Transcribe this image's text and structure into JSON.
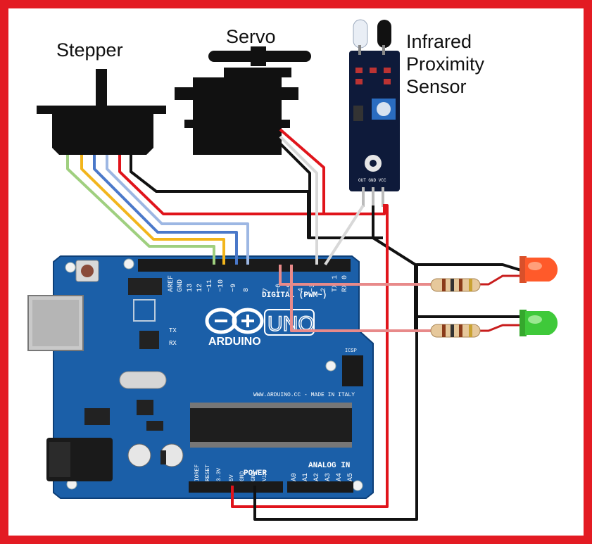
{
  "labels": {
    "stepper": "Stepper",
    "servo": "Servo",
    "ir_line1": "Infrared",
    "ir_line2": "Proximity",
    "ir_line3": "Sensor"
  },
  "board": {
    "brand": "ARDUINO",
    "model": "UNO",
    "digital": "DIGITAL (PWM~)",
    "power": "POWER",
    "analog": "ANALOG IN",
    "website": "WWW.ARDUINO.CC - MADE IN ITALY",
    "aref": "AREF",
    "gnd": "GND",
    "digital_pins": [
      "13",
      "12",
      "~11",
      "~10",
      "~9",
      "8",
      "7",
      "~6",
      "~5",
      "4",
      "~3",
      "2",
      "TX 1",
      "RX 0"
    ],
    "analog_pins": [
      "A0",
      "A1",
      "A2",
      "A3",
      "A4",
      "A5"
    ],
    "power_pins": [
      "IOREF",
      "RESET",
      "3.3V",
      "5V",
      "GND",
      "GND",
      "Vin"
    ],
    "tx": "TX",
    "rx": "RX",
    "icsp": "ICSP"
  },
  "sensor": {
    "pins": "OUT GND VCC"
  },
  "colors": {
    "frame": "#e31b23",
    "board": "#1b5fa8",
    "wire_red": "#e0141b",
    "wire_black": "#111111",
    "wire_green": "#9fcf7f",
    "wire_yellow": "#f2b51c",
    "wire_blue": "#4a78c9",
    "wire_lightblue": "#9db7e3",
    "wire_pink": "#e88a8a",
    "led_red": "#ff5a2a",
    "led_green": "#3fc93a"
  }
}
